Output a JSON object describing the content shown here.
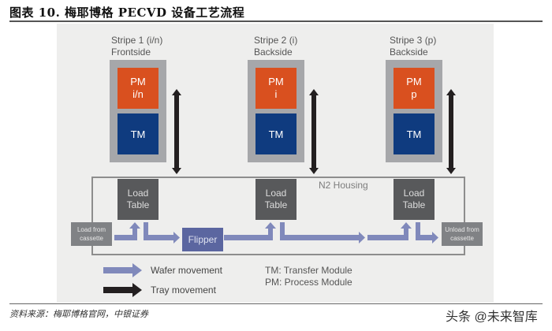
{
  "figure": {
    "title": "图表 10. 梅耶博格 PECVD 设备工艺流程",
    "source": "资料来源：梅耶博格官网，中银证券",
    "watermark": "头条 @未来智库"
  },
  "stripes": [
    {
      "label_line1": "Stripe 1 (i/n)",
      "label_line2": "Frontside",
      "pm_line1": "PM",
      "pm_line2": "i/n",
      "tm": "TM"
    },
    {
      "label_line1": "Stripe 2 (i)",
      "label_line2": "Backside",
      "pm_line1": "PM",
      "pm_line2": "i",
      "tm": "TM"
    },
    {
      "label_line1": "Stripe 3 (p)",
      "label_line2": "Backside",
      "pm_line1": "PM",
      "pm_line2": "p",
      "tm": "TM"
    }
  ],
  "housing": {
    "label": "N2 Housing"
  },
  "load_tables": [
    {
      "line1": "Load",
      "line2": "Table"
    },
    {
      "line1": "Load",
      "line2": "Table"
    },
    {
      "line1": "Load",
      "line2": "Table"
    }
  ],
  "load_cassette": {
    "line1": "Load from",
    "line2": "cassette"
  },
  "unload_cassette": {
    "line1": "Unload from",
    "line2": "cassette"
  },
  "flipper": {
    "label": "Flipper"
  },
  "legend": {
    "wafer": "Wafer movement",
    "tray": "Tray movement"
  },
  "abbreviations": {
    "tm": "TM: Transfer Module",
    "pm": "PM: Process Module"
  },
  "colors": {
    "pm": "#d9501f",
    "tm": "#0f3b7f",
    "stripe_frame": "#a6a7aa",
    "load_table": "#58595b",
    "cassette": "#808285",
    "flipper": "#5b66a0",
    "wafer_arrow": "#8089bb",
    "tray_arrow": "#231f20",
    "panel": "#eeeeed"
  }
}
